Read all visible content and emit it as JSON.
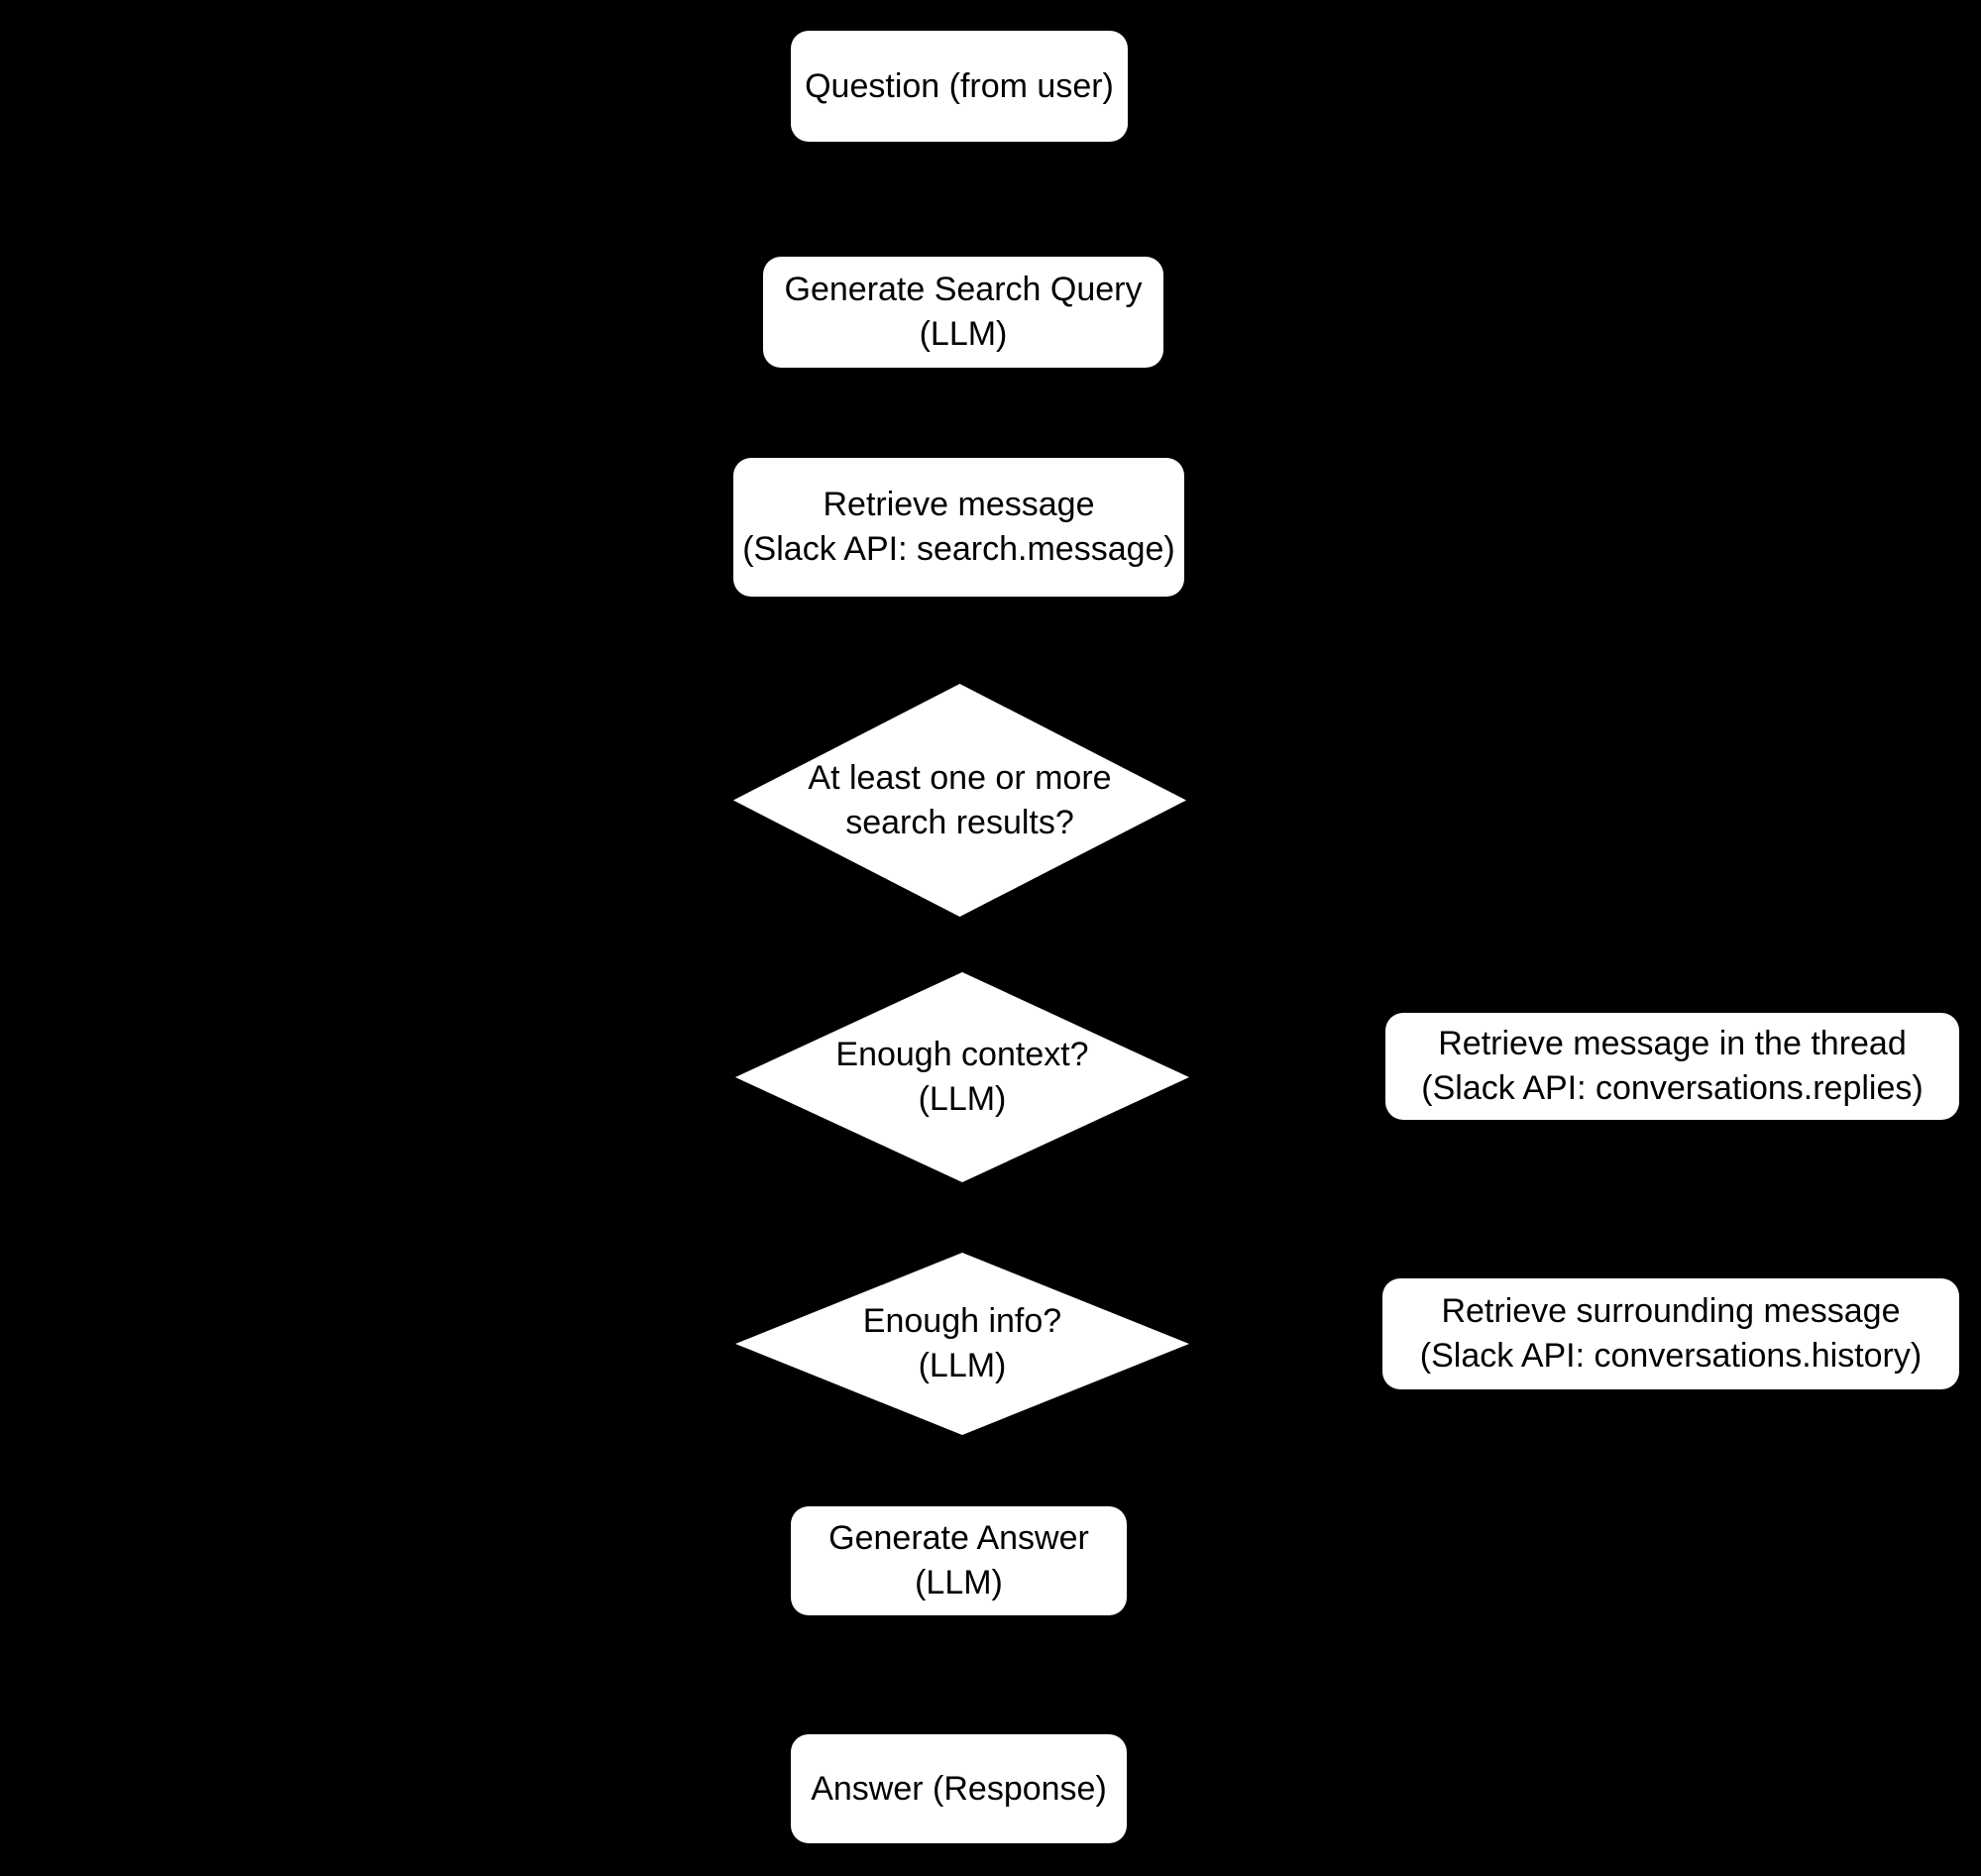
{
  "diagram": {
    "title": "Slack QA bot flowchart",
    "type": "flowchart",
    "colors": {
      "background": "#000000",
      "node_fill": "#ffffff",
      "node_text": "#000000"
    },
    "nodes": [
      {
        "id": "question",
        "type": "rounded-box",
        "label": "Question (from user)"
      },
      {
        "id": "generate-search-query",
        "type": "rounded-box",
        "label": "Generate Search Query\n(LLM)"
      },
      {
        "id": "retrieve-message",
        "type": "rounded-box",
        "label": "Retrieve message\n(Slack API: search.message)"
      },
      {
        "id": "search-results-decision",
        "type": "diamond",
        "label": "At least one or more\nsearch results?"
      },
      {
        "id": "enough-context-decision",
        "type": "diamond",
        "label": "Enough context?\n(LLM)"
      },
      {
        "id": "retrieve-thread-messages",
        "type": "rounded-box",
        "label": "Retrieve message in the thread\n(Slack API: conversations.replies)"
      },
      {
        "id": "enough-info-decision",
        "type": "diamond",
        "label": "Enough info?\n(LLM)"
      },
      {
        "id": "retrieve-surrounding-messages",
        "type": "rounded-box",
        "label": "Retrieve surrounding message\n(Slack API: conversations.history)"
      },
      {
        "id": "generate-answer",
        "type": "rounded-box",
        "label": "Generate Answer\n(LLM)"
      },
      {
        "id": "answer",
        "type": "rounded-box",
        "label": "Answer (Response)"
      }
    ]
  }
}
